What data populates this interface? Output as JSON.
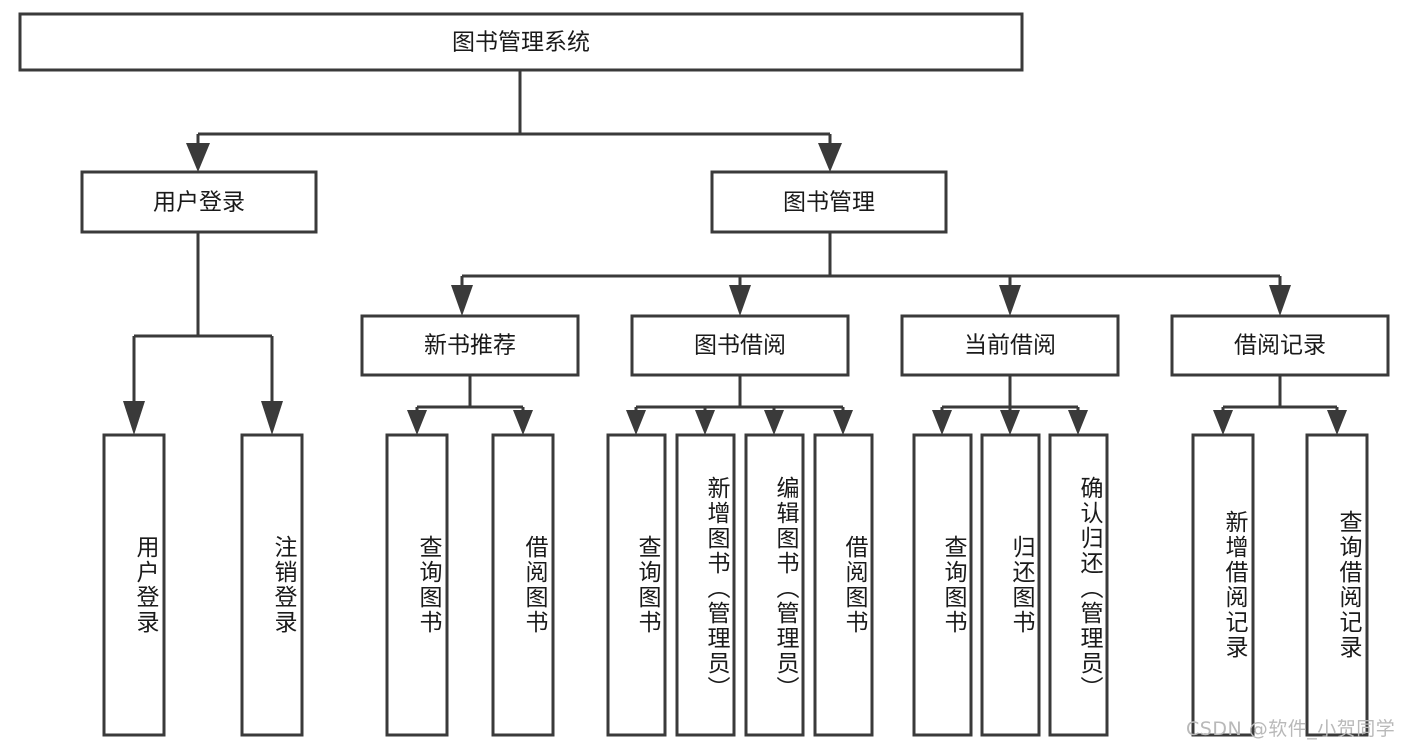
{
  "diagram": {
    "type": "tree-hierarchy",
    "title": "图书管理系统",
    "root": {
      "label": "图书管理系统",
      "id": "root"
    },
    "level2": [
      {
        "id": "user-login",
        "label": "用户登录"
      },
      {
        "id": "book-management",
        "label": "图书管理"
      }
    ],
    "level3": [
      {
        "id": "new-book-recommend",
        "label": "新书推荐",
        "parent": "book-management"
      },
      {
        "id": "book-borrow",
        "label": "图书借阅",
        "parent": "book-management"
      },
      {
        "id": "current-borrow",
        "label": "当前借阅",
        "parent": "book-management"
      },
      {
        "id": "borrow-record",
        "label": "借阅记录",
        "parent": "book-management"
      }
    ],
    "leaves": {
      "user-login": [
        {
          "id": "leaf-user-login",
          "label": "用户登录"
        },
        {
          "id": "leaf-user-logout",
          "label": "注销登录"
        }
      ],
      "new-book-recommend": [
        {
          "id": "leaf-query-book-1",
          "label": "查询图书"
        },
        {
          "id": "leaf-borrow-book-1",
          "label": "借阅图书"
        }
      ],
      "book-borrow": [
        {
          "id": "leaf-query-book-2",
          "label": "查询图书"
        },
        {
          "id": "leaf-add-book",
          "label": "新增图书（管理员）"
        },
        {
          "id": "leaf-edit-book",
          "label": "编辑图书（管理员）"
        },
        {
          "id": "leaf-borrow-book-2",
          "label": "借阅图书"
        }
      ],
      "current-borrow": [
        {
          "id": "leaf-query-book-3",
          "label": "查询图书"
        },
        {
          "id": "leaf-return-book",
          "label": "归还图书"
        },
        {
          "id": "leaf-confirm-return",
          "label": "确认归还（管理员）"
        }
      ],
      "borrow-record": [
        {
          "id": "leaf-add-record",
          "label": "新增借阅记录"
        },
        {
          "id": "leaf-query-record",
          "label": "查询借阅记录"
        }
      ]
    }
  },
  "watermark": {
    "text": "CSDN @软件_小贺同学"
  },
  "colors": {
    "box_stroke": "#3a3a3a",
    "connector": "#3a3a3a",
    "text": "#1a1a1a",
    "background": "#ffffff",
    "watermark": "#b9b9b9"
  }
}
